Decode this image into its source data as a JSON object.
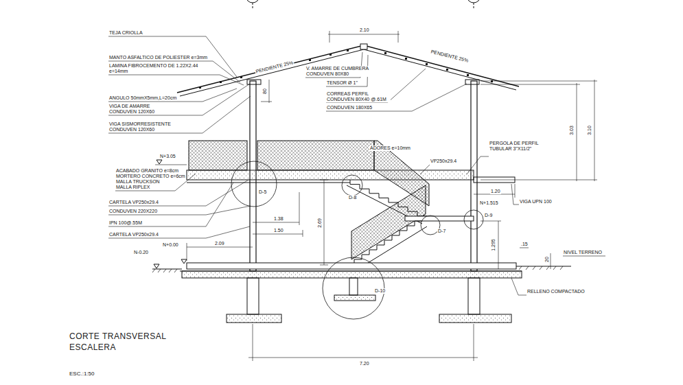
{
  "diagram": {
    "title": "CORTE TRANSVERSAL ESCALERA",
    "caption": "ESC.:1:50",
    "labels": [
      "TEJA CRIOLLA",
      "MANTO ASFALTICO DE POLIESTER e=3mm",
      "LAMINA FIBROCEMENTO DE 1.22X2.44 e=14mm",
      "ANGULO 50mmX5mm,L=20cm",
      "VIGA DE AMARRE CONDUVEN 120X60",
      "VIGA SISMORRESISTENTE CONDUVEN 120X60",
      "2.10",
      "PENDIENTE 25%",
      "PENDIENTE 25%",
      "V. AMARRE DE CUMBRERA CONDUVEN 80X80",
      "TENSOR Ø 1\"",
      "CORREAS PERFIL CONDUVEN 80X40 @.61M",
      "CONDUVEN 180X65",
      "80",
      "3.03",
      "3.10",
      "N+3.05",
      "ADORES e=10mm",
      "PERGOLA DE PERFIL TUBULAR 3\"X11/2\"",
      "VP250x29.4",
      "ACABADO GRANITO e=8cm",
      "MORTERO CONCRETO e=6cm",
      "MALLA TRUCKSON",
      "MALLA RIPLEX",
      "D-5",
      "D-8",
      "CARTELA VP250x29.4",
      "1.20",
      "VIGA UPN 100",
      "N+1.515",
      "CONDUVEN 220X220",
      "IPN 100@.55M",
      "CARTELA VP250x29.4",
      "1.38",
      "1.50",
      "2.69",
      "D-7",
      "D-9",
      "N+0.00",
      "2.09",
      "N-0.20",
      "1.295",
      ".15",
      "20",
      "NIVEL TERRENO",
      "RELLENO COMPACTADO",
      "D-10",
      "7.20"
    ]
  }
}
